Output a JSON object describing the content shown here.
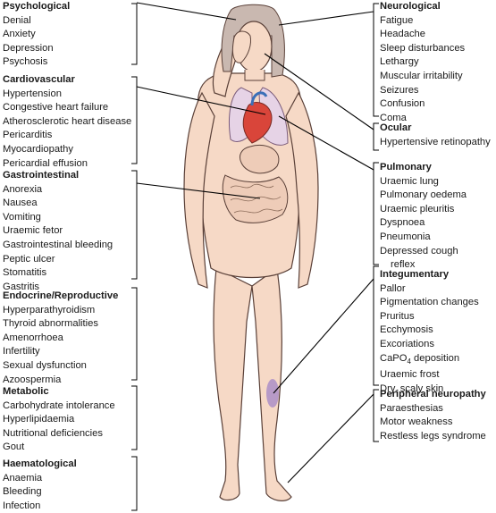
{
  "groups": {
    "psychological": {
      "title": "Psychological",
      "items": [
        "Denial",
        "Anxiety",
        "Depression",
        "Psychosis"
      ]
    },
    "cardiovascular": {
      "title": "Cardiovascular",
      "items": [
        "Hypertension",
        "Congestive heart failure",
        "Atherosclerotic heart disease",
        "Pericarditis",
        "Myocardiopathy",
        "Pericardial effusion"
      ]
    },
    "gastrointestinal": {
      "title": "Gastrointestinal",
      "items": [
        "Anorexia",
        "Nausea",
        "Vomiting",
        "Uraemic fetor",
        "Gastrointestinal bleeding",
        "Peptic ulcer",
        "Stomatitis",
        "Gastritis"
      ]
    },
    "endocrine": {
      "title": "Endocrine/Reproductive",
      "items": [
        "Hyperparathyroidism",
        "Thyroid abnormalities",
        "Amenorrhoea",
        "Infertility",
        "Sexual dysfunction",
        "Azoospermia"
      ]
    },
    "metabolic": {
      "title": "Metabolic",
      "items": [
        "Carbohydrate intolerance",
        "Hyperlipidaemia",
        "Nutritional deficiencies",
        "Gout"
      ]
    },
    "haematological": {
      "title": "Haematological",
      "items": [
        "Anaemia",
        "Bleeding",
        "Infection"
      ]
    },
    "neurological": {
      "title": "Neurological",
      "items": [
        "Fatigue",
        "Headache",
        "Sleep disturbances",
        "Lethargy",
        "Muscular irritability",
        "Seizures",
        "Confusion",
        "Coma"
      ]
    },
    "ocular": {
      "title": "Ocular",
      "items": [
        "Hypertensive retinopathy"
      ]
    },
    "pulmonary": {
      "title": "Pulmonary",
      "items": [
        "Uraemic lung",
        "Pulmonary oedema",
        "Uraemic pleuritis",
        "Dyspnoea",
        "Pneumonia",
        "Depressed cough",
        "reflex"
      ]
    },
    "integumentary": {
      "title": "Integumentary",
      "items": [
        "Pallor",
        "Pigmentation changes",
        "Pruritus",
        "Ecchymosis",
        "Excoriations",
        "Uraemic frost",
        "Dry, scaly skin"
      ]
    },
    "capo4": {
      "prefix": "CaPO",
      "sub": "4",
      "suffix": " deposition"
    },
    "peripheral": {
      "title": "Peripheral neuropathy",
      "items": [
        "Paraesthesias",
        "Motor weakness",
        "Restless legs syndrome"
      ]
    }
  },
  "colors": {
    "skin": "#f6d9c6",
    "skin_outline": "#5a4038",
    "hair": "#c9b8b0",
    "heart": "#d9453a",
    "lungs": "#e6d3e6",
    "gut": "#eeccb8",
    "bruise": "#9c7fc7",
    "leader": "#000000"
  }
}
